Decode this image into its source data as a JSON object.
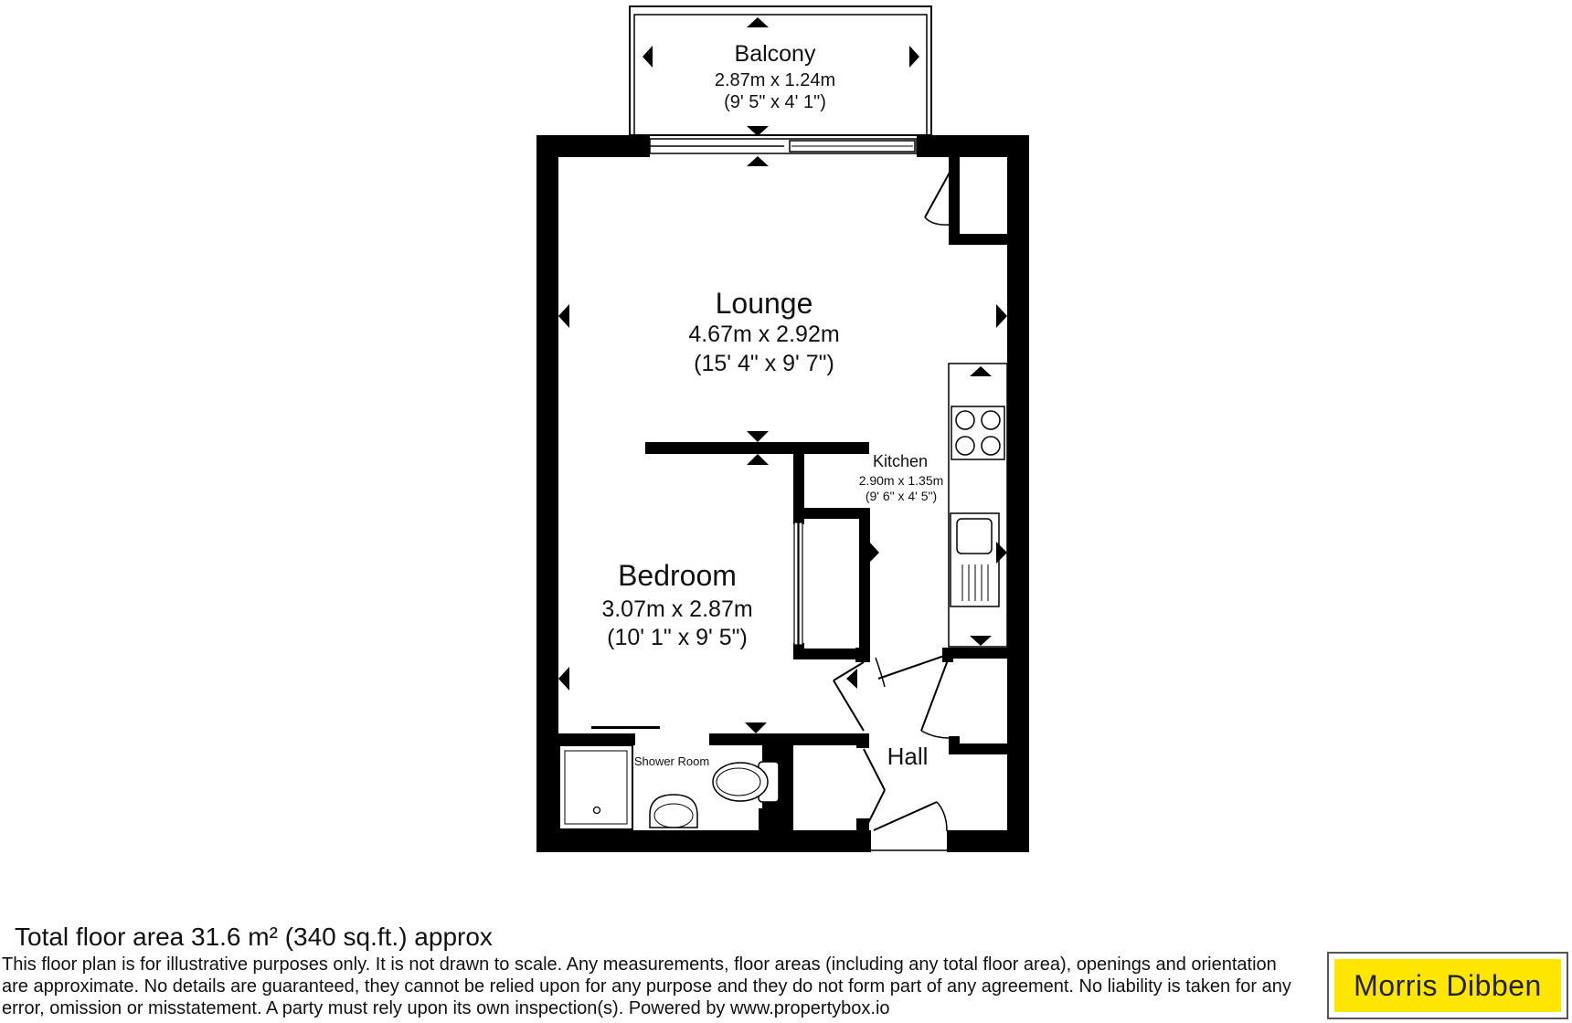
{
  "rooms": {
    "balcony": {
      "name": "Balcony",
      "size_m": "2.87m x 1.24m",
      "size_ft": "(9' 5\" x 4' 1\")"
    },
    "lounge": {
      "name": "Lounge",
      "size_m": "4.67m x 2.92m",
      "size_ft": "(15' 4\" x 9' 7\")"
    },
    "kitchen": {
      "name": "Kitchen",
      "size_m": "2.90m x 1.35m",
      "size_ft": "(9' 6\" x 4' 5\")"
    },
    "bedroom": {
      "name": "Bedroom",
      "size_m": "3.07m x 2.87m",
      "size_ft": "(10' 1\" x 9' 5\")"
    },
    "shower": {
      "name": "Shower Room"
    },
    "hall": {
      "name": "Hall"
    }
  },
  "footer": {
    "total_area": "Total floor area 31.6 m² (340 sq.ft.) approx",
    "disclaimer": "This floor plan is for illustrative purposes only. It is not drawn to scale. Any measurements, floor areas (including any total floor area), openings and orientation are approximate. No details are guaranteed, they cannot be relied upon for any purpose and they do not form part of any agreement. No liability is taken for any error, omission or misstatement. A party must rely upon its own inspection(s). Powered by www.propertybox.io"
  },
  "brand": {
    "logo_text": "Morris Dibben",
    "color": "#ffe600"
  },
  "colors": {
    "wall": "#000000",
    "background": "#ffffff"
  }
}
